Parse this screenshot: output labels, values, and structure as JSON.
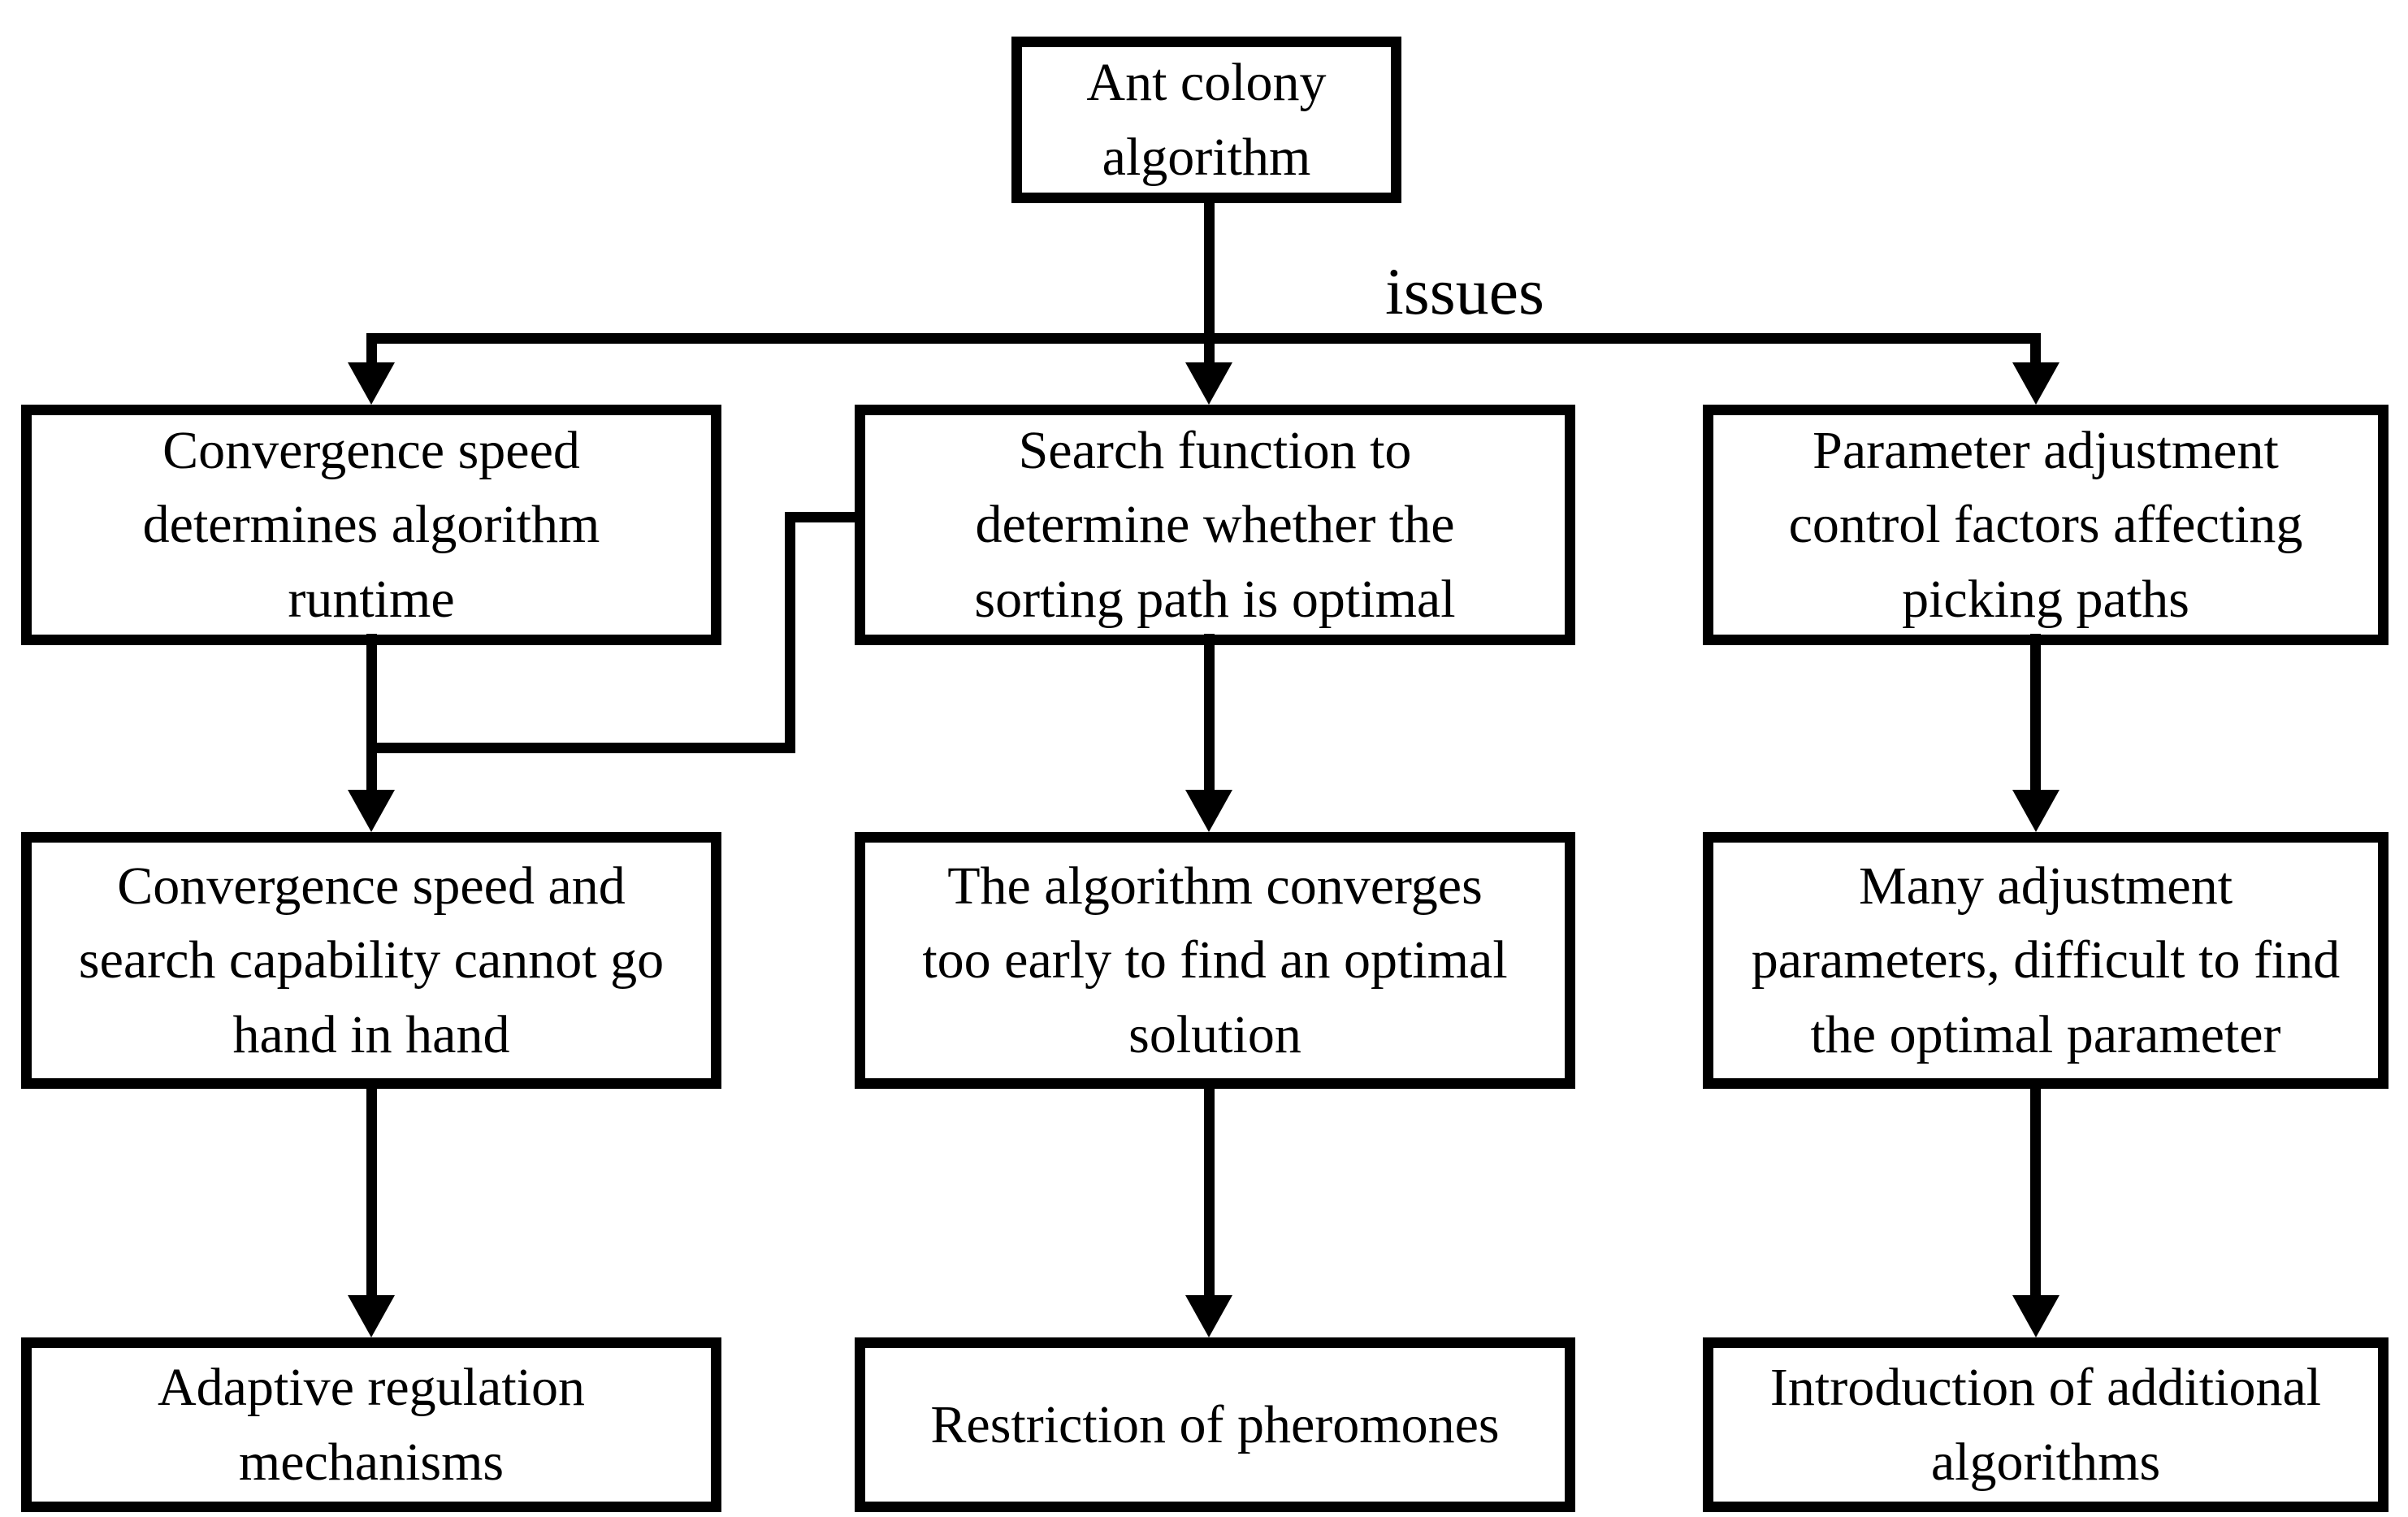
{
  "diagram": {
    "edge_label": "issues",
    "nodes": {
      "root": {
        "label": "Ant colony\nalgorithm"
      },
      "left1": {
        "label": "Convergence speed\ndetermines algorithm\nruntime"
      },
      "mid1": {
        "label": "Search function to\ndetermine whether the\nsorting path is optimal"
      },
      "right1": {
        "label": "Parameter adjustment\ncontrol factors affecting\npicking paths"
      },
      "left2": {
        "label": "Convergence speed and\nsearch capability cannot go\nhand in hand"
      },
      "mid2": {
        "label": "The algorithm converges\ntoo early to find an optimal\nsolution"
      },
      "right2": {
        "label": "Many adjustment\nparameters, difficult to find\nthe optimal parameter"
      },
      "left3": {
        "label": "Adaptive regulation\nmechanisms"
      },
      "mid3": {
        "label": "Restriction of pheromones"
      },
      "right3": {
        "label": "Introduction of additional\nalgorithms"
      }
    },
    "colors": {
      "line": "#000000",
      "background": "#ffffff",
      "text": "#000000"
    }
  }
}
